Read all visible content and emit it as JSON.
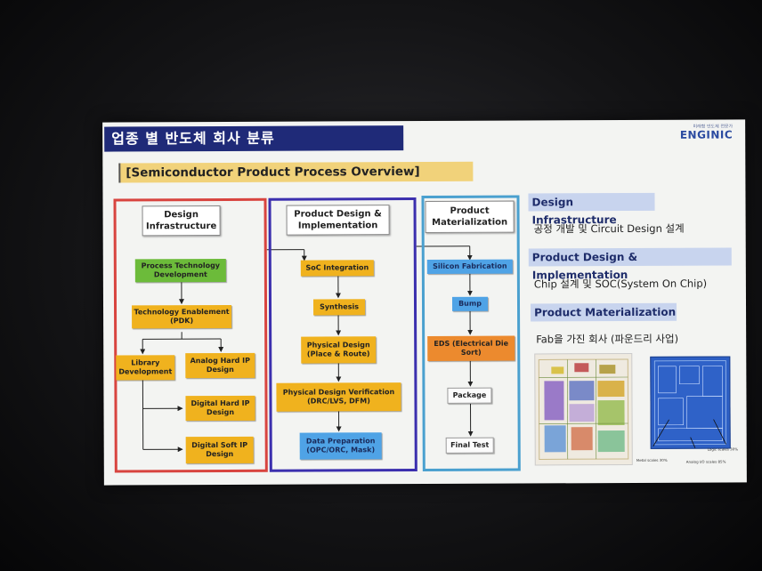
{
  "slide": {
    "title": "업종 별 반도체 회사 분류",
    "brand_small": "미래형 반도체 전문가 ",
    "brand": "ENGINIC",
    "subtitle": "[Semiconductor Product Process Overview]"
  },
  "columns": {
    "design_infra": {
      "header": "Design Infrastructure",
      "boxes": {
        "ptd": "Process Technology Development",
        "te": "Technology Enablement (PDK)",
        "lib": "Library Development",
        "ahip": "Analog Hard IP Design",
        "dhip": "Digital Hard IP Design",
        "dsip": "Digital Soft IP Design"
      }
    },
    "product_design": {
      "header": "Product Design & Implementation",
      "boxes": {
        "soc": "SoC Integration",
        "syn": "Synthesis",
        "pd": "Physical Design (Place & Route)",
        "pdv": "Physical Design Verification (DRC/LVS, DFM)",
        "dp": "Data Preparation (OPC/ORC, Mask)"
      }
    },
    "materialization": {
      "header": "Product Materialization",
      "boxes": {
        "sf": "Silicon Fabrication",
        "bump": "Bump",
        "eds": "EDS (Electrical Die Sort)",
        "pkg": "Package",
        "ft": "Final Test"
      }
    }
  },
  "right_panel": {
    "di_title": "Design Infrastructure",
    "di_text": "공정 개발 및 Circuit Design 설계",
    "pdi_title": "Product Design & Implementation",
    "pdi_text": "Chip 설계 및 SOC(System On Chip)",
    "pm_title": "Product Materialization",
    "pm_text": "Fab을 가진 회사 (파운드리 사업)"
  },
  "thumb_labels": {
    "a": "Metal scales 30%",
    "b": "Analog I/O scales 85%",
    "c": "Logic scales 30%"
  }
}
